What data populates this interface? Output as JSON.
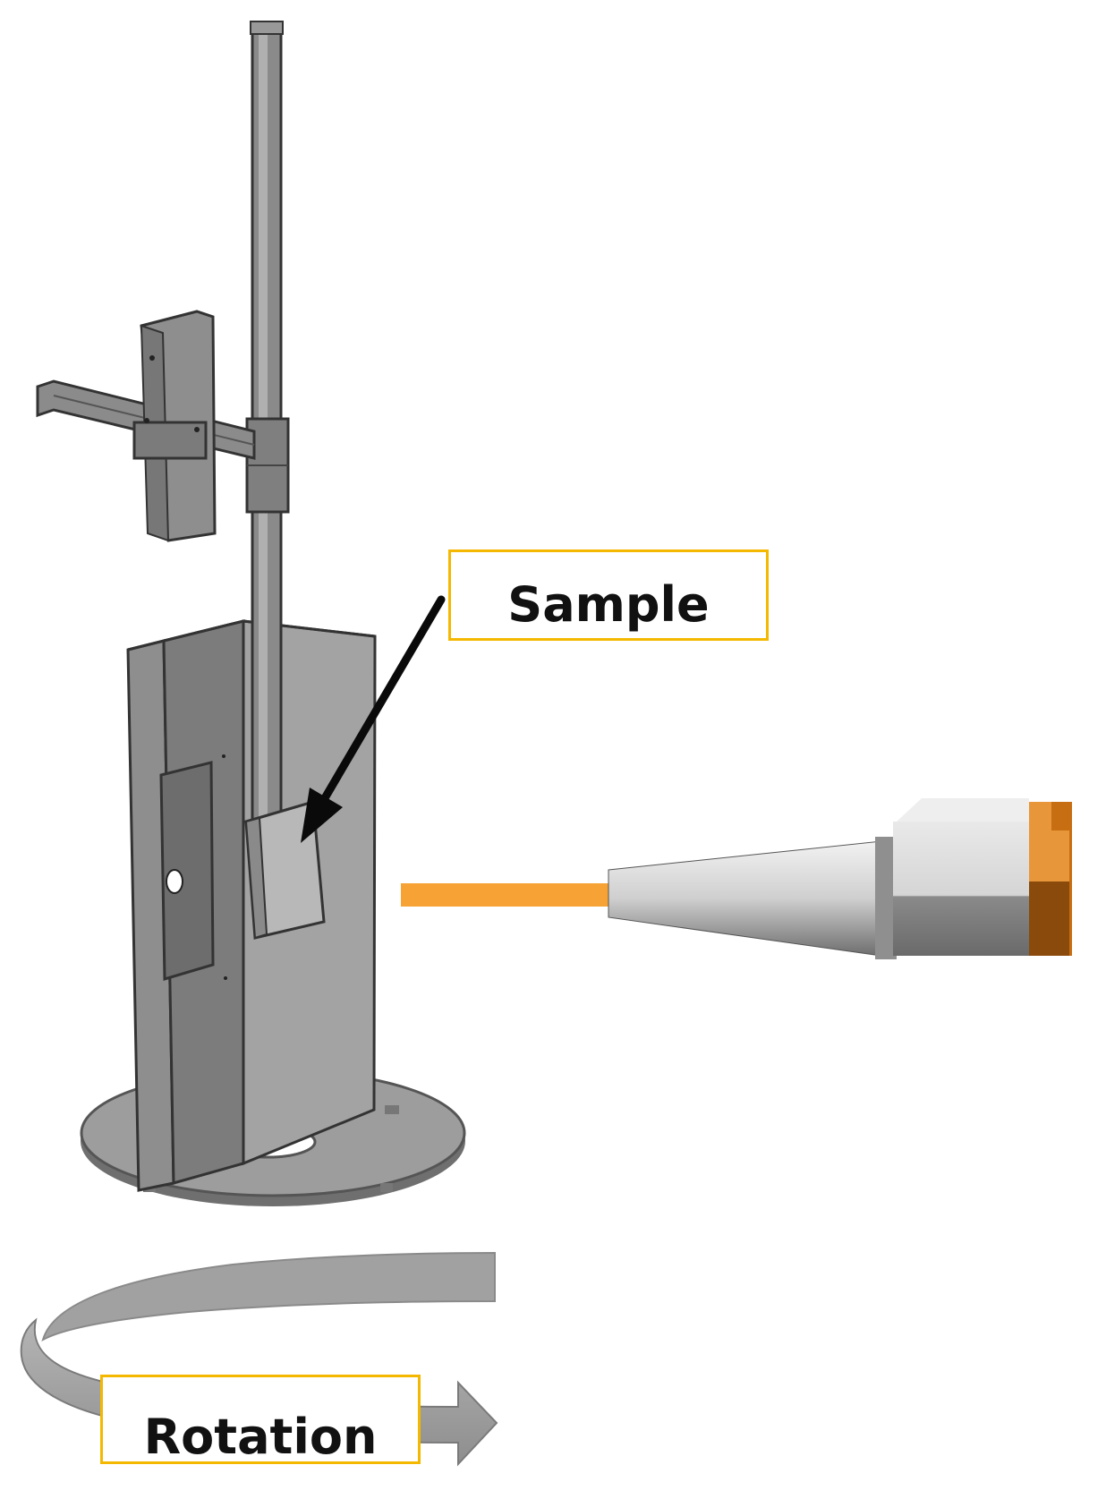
{
  "labels": {
    "sample": "Sample",
    "rotation": "Rotation"
  },
  "colors": {
    "label_border": "#f5b800",
    "laser_beam": "#f7a234",
    "probe_body": "#d9d9d9",
    "probe_cap": "#c76d12",
    "frame": "#9a9a9a",
    "rotation_arrow": "#a8a8a8"
  },
  "icons": [
    "sample-pointer-arrow",
    "rotation-arrow",
    "laser-probe"
  ]
}
